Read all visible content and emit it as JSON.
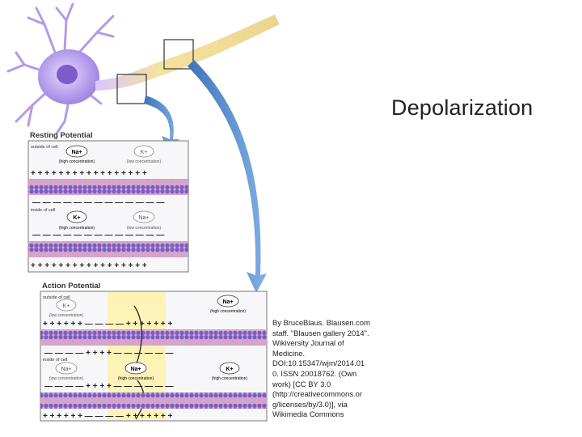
{
  "slide": {
    "title": "Depolarization"
  },
  "figure": {
    "resting": {
      "title": "Resting Potential",
      "outside_label": "outside of cell",
      "inside_label": "inside of cell",
      "na_out": {
        "ion": "Na+",
        "note": "(high concentration)"
      },
      "k_out": {
        "ion": "K+",
        "note": "(low concentration)"
      },
      "k_in": {
        "ion": "K+",
        "note": "(high concentration)"
      },
      "na_in": {
        "ion": "Na+",
        "note": "(low concentration)"
      }
    },
    "action": {
      "title": "Action Potential",
      "outside_label": "outside of cell",
      "inside_label": "inside of cell",
      "k_out": {
        "ion": "K+",
        "note": "(low concentration)"
      },
      "na_out": {
        "ion": "Na+",
        "note": "(high concentration)"
      },
      "na_in_left": {
        "ion": "Na+",
        "note": "(low concentration)"
      },
      "na_in_mid": {
        "ion": "Na+",
        "note": "(high concentration)"
      },
      "k_in": {
        "ion": "K+",
        "note": "(high concentration)"
      }
    }
  },
  "credit": {
    "lines": [
      "By BruceBlaus. Blausen.com",
      "staff. \"Blausen gallery 2014\".",
      "Wikiversity Journal of",
      "Medicine.",
      "DOI:10.15347/wjm/2014.01",
      "0. ISSN 20018762. (Own",
      "work) [CC BY 3.0",
      "(http://creativecommons.or",
      "g/licenses/by/3.0)], via",
      "Wikimedia Commons"
    ]
  },
  "colors": {
    "membrane": "#8d6fc4",
    "neuron": "#b49be6",
    "axon": "#f3d98a",
    "arrow": "#4f86c6",
    "highlight": "#fff2a0"
  }
}
